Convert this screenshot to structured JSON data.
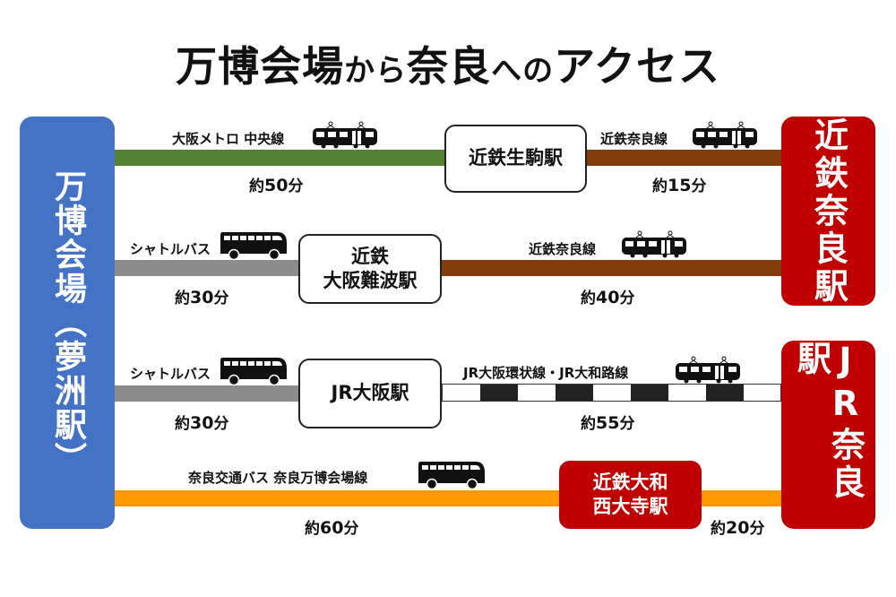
{
  "title": {
    "part1": "万博会場",
    "part2": "から",
    "part3": "奈良",
    "part4": "への",
    "part5": "アクセス"
  },
  "origin": {
    "label": "万博会場（夢洲駅）"
  },
  "destinations": [
    {
      "label": "近鉄奈良駅",
      "color": "#C00000"
    },
    {
      "label": "JR奈良駅",
      "color": "#C00000"
    }
  ],
  "routes": [
    {
      "segments": [
        {
          "line": "大阪メトロ 中央線",
          "mode": "train-icon",
          "time_prefix": "約",
          "time_value": "50",
          "time_suffix": "分",
          "color": "#548235"
        },
        {
          "line": "近鉄奈良線",
          "mode": "train-icon",
          "time_prefix": "約",
          "time_value": "15",
          "time_suffix": "分",
          "color": "#843C0C"
        }
      ],
      "transfer": "近鉄生駒駅"
    },
    {
      "segments": [
        {
          "line": "シャトルバス",
          "mode": "bus-icon",
          "time_prefix": "約",
          "time_value": "30",
          "time_suffix": "分",
          "color": "#8C8C8C"
        },
        {
          "line": "近鉄奈良線",
          "mode": "train-icon",
          "time_prefix": "約",
          "time_value": "40",
          "time_suffix": "分",
          "color": "#843C0C"
        }
      ],
      "transfer_line1": "近鉄",
      "transfer_line2": "大阪難波駅"
    },
    {
      "segments": [
        {
          "line": "シャトルバス",
          "mode": "bus-icon",
          "time_prefix": "約",
          "time_value": "30",
          "time_suffix": "分",
          "color": "#8C8C8C"
        },
        {
          "line": "JR大阪環状線・JR大和路線",
          "mode": "train-icon",
          "time_prefix": "約",
          "time_value": "55",
          "time_suffix": "分",
          "color": "#222222"
        }
      ],
      "transfer": "JR大阪駅"
    },
    {
      "segments": [
        {
          "line": "奈良交通バス 奈良万博会場線",
          "mode": "bus-icon",
          "time_prefix": "約",
          "time_value": "60",
          "time_suffix": "分",
          "color": "#FF9900"
        },
        {
          "line": "",
          "mode": "",
          "time_prefix": "約",
          "time_value": "20",
          "time_suffix": "分",
          "color": "#FF9900"
        }
      ],
      "transfer_line1": "近鉄大和",
      "transfer_line2": "西大寺駅"
    }
  ],
  "colors": {
    "origin": "#4472C4",
    "destination": "#C00000",
    "metro_chuo": "#548235",
    "kintetsu_nara": "#843C0C",
    "shuttle_bus": "#8C8C8C",
    "nara_kotsu_bus": "#FF9900"
  }
}
